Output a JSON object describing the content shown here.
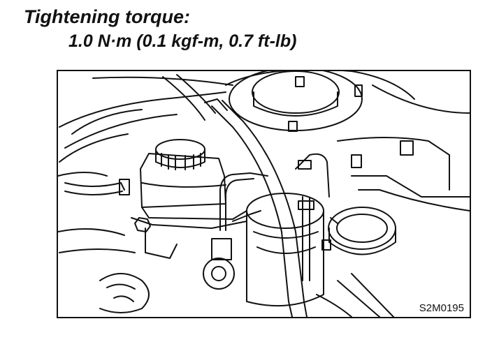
{
  "heading": "Tightening torque:",
  "torque_value": "1.0 N·m (0.1 kgf-m, 0.7 ft-lb)",
  "figure": {
    "code": "S2M0195",
    "subject": "brake-master-cylinder-illustration"
  }
}
